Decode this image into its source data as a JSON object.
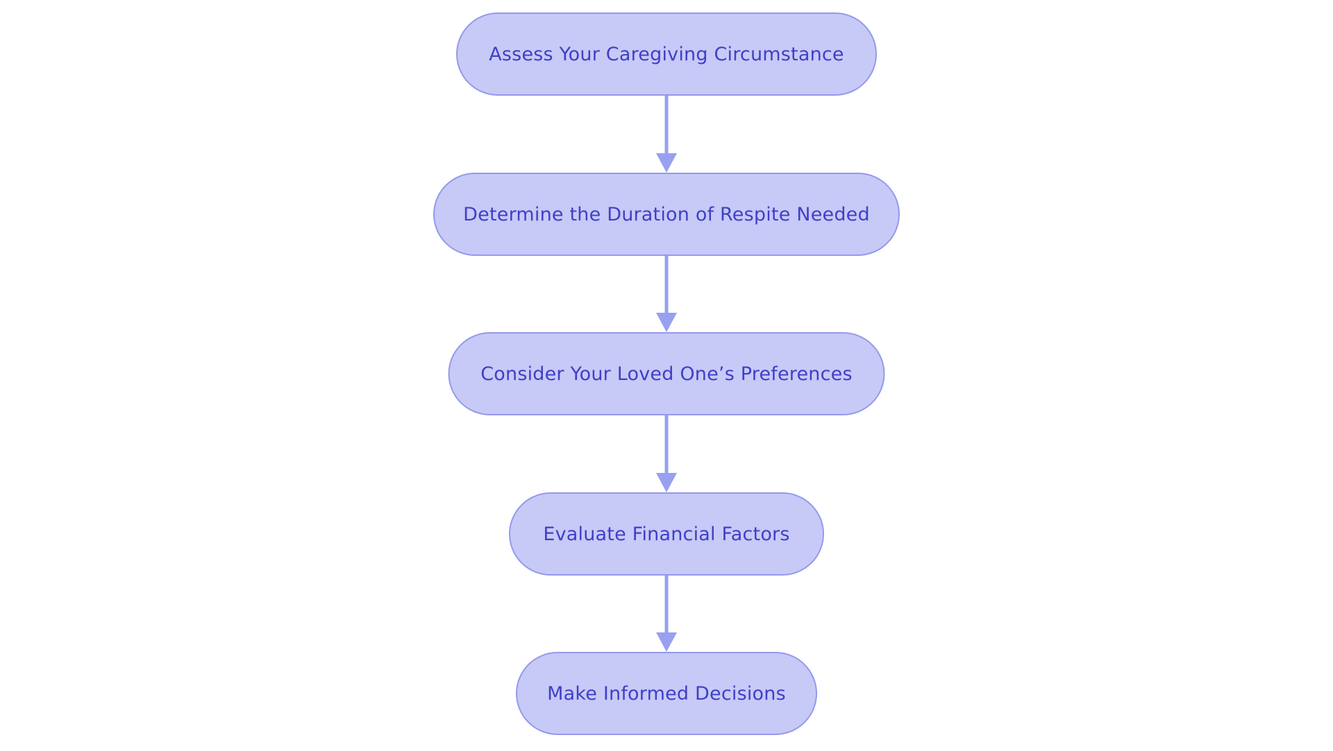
{
  "diagram": {
    "type": "flowchart",
    "direction": "top-down",
    "nodes": [
      {
        "id": "assess",
        "label": "Assess Your Caregiving Circumstance"
      },
      {
        "id": "duration",
        "label": "Determine the Duration of Respite Needed"
      },
      {
        "id": "preferences",
        "label": "Consider Your Loved One’s Preferences"
      },
      {
        "id": "financial",
        "label": "Evaluate Financial Factors"
      },
      {
        "id": "decisions",
        "label": "Make Informed Decisions"
      }
    ],
    "edges": [
      {
        "from": "assess",
        "to": "duration"
      },
      {
        "from": "duration",
        "to": "preferences"
      },
      {
        "from": "preferences",
        "to": "financial"
      },
      {
        "from": "financial",
        "to": "decisions"
      }
    ],
    "colors": {
      "background": "#ffffff",
      "node_fill": "#c7c9f7",
      "node_border": "#9599ea",
      "node_text": "#3e40c6",
      "arrow": "#98a0f0"
    }
  }
}
